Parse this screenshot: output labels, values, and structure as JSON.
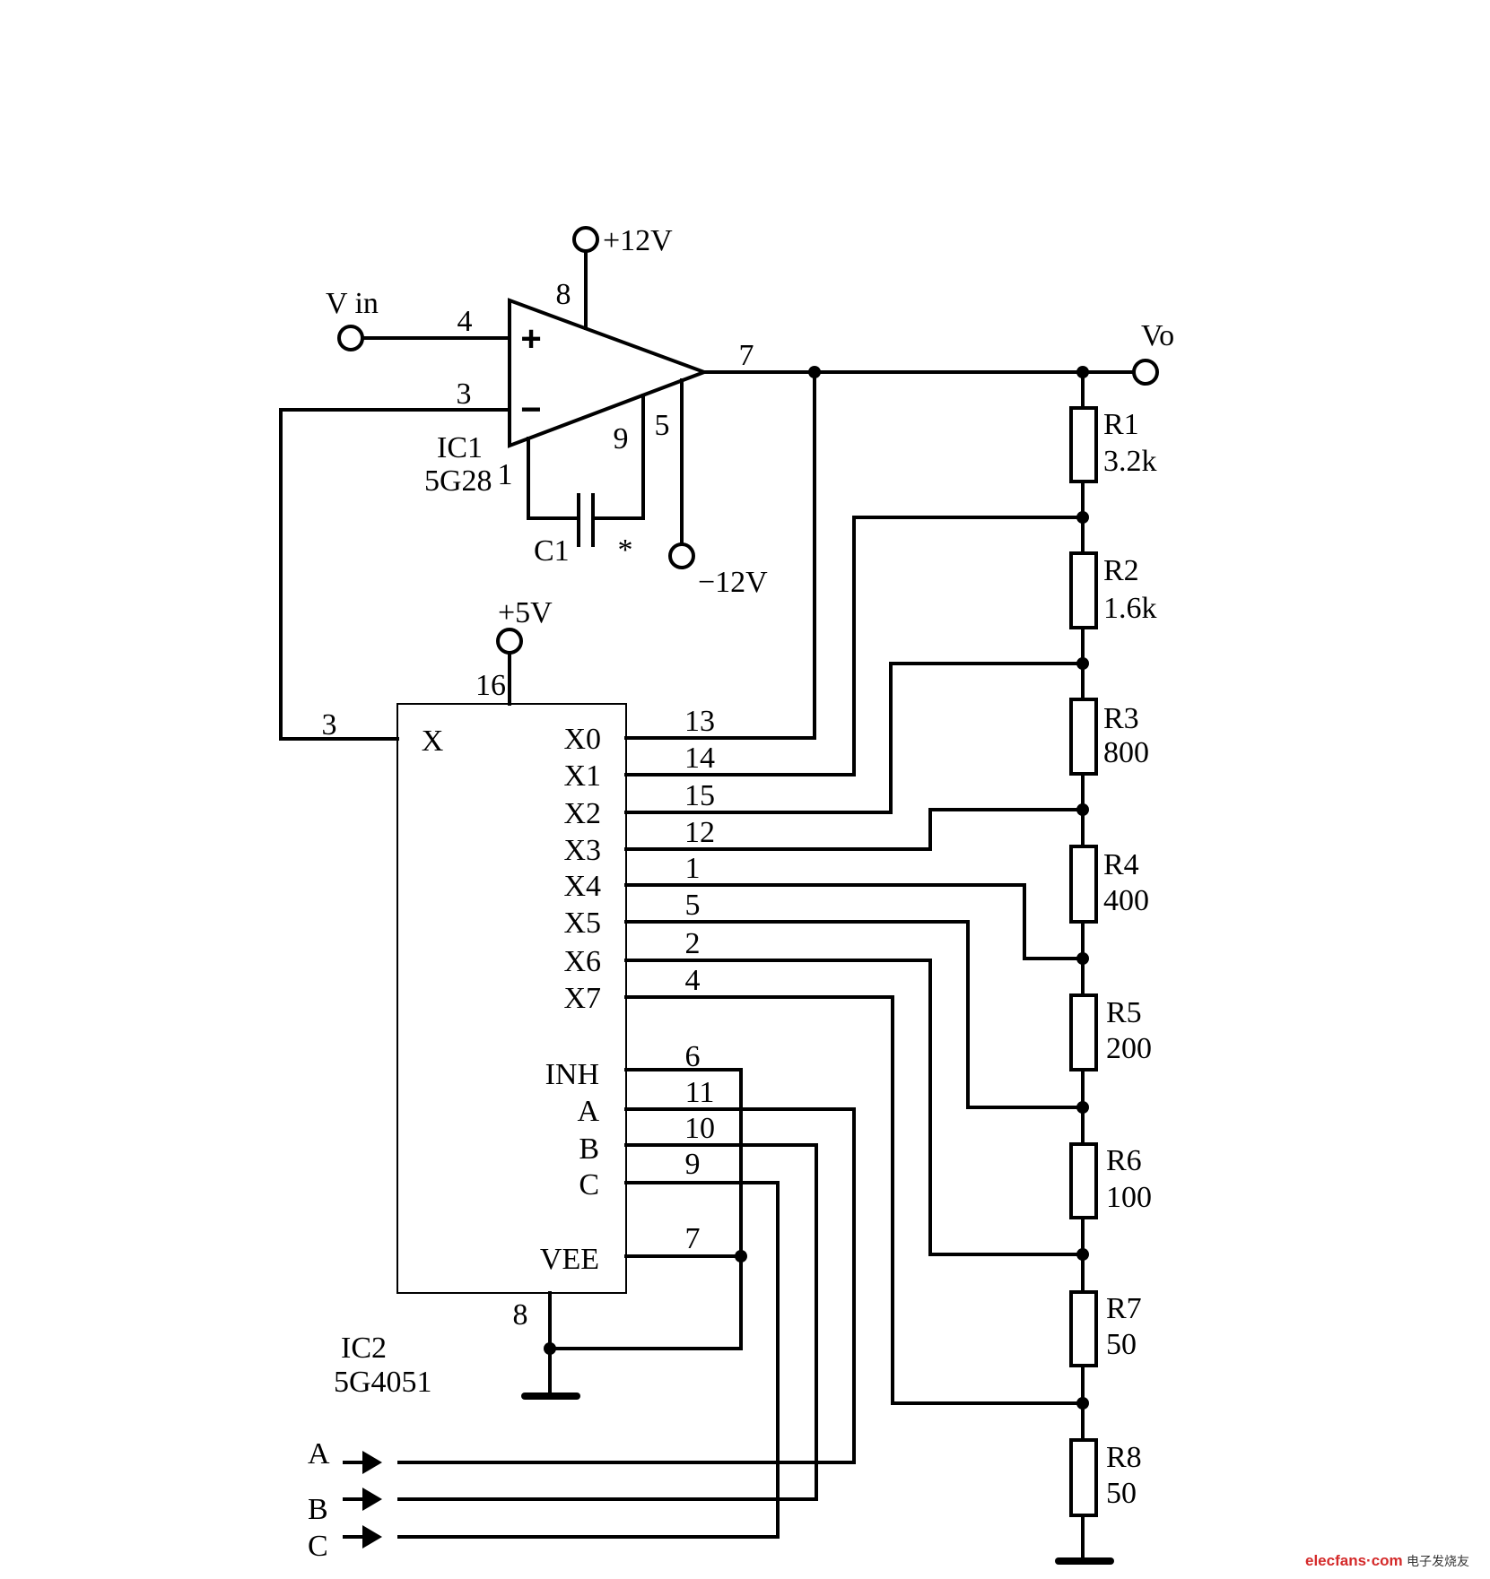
{
  "supplies": {
    "vpos": "+12V",
    "vneg": "−12V",
    "logic": "+5V"
  },
  "input_label": "V in",
  "output_label": "Vo",
  "opamp": {
    "ref": "IC1",
    "part": "5G28",
    "plus_sign": "+",
    "minus_sign": "−",
    "pins": {
      "noninv": "4",
      "inv": "3",
      "vpos": "8",
      "out": "7",
      "comp_a": "1",
      "comp_b": "9",
      "vneg": "5"
    }
  },
  "capacitor": {
    "ref": "C1",
    "mark": "*"
  },
  "mux": {
    "ref": "IC2",
    "part": "5G4051",
    "common_label": "X",
    "common_pin": "3",
    "vdd_pin": "16",
    "gnd_pin": "8",
    "channels": [
      {
        "label": "X0",
        "pin": "13"
      },
      {
        "label": "X1",
        "pin": "14"
      },
      {
        "label": "X2",
        "pin": "15"
      },
      {
        "label": "X3",
        "pin": "12"
      },
      {
        "label": "X4",
        "pin": "1"
      },
      {
        "label": "X5",
        "pin": "5"
      },
      {
        "label": "X6",
        "pin": "2"
      },
      {
        "label": "X7",
        "pin": "4"
      }
    ],
    "controls": [
      {
        "label": "INH",
        "pin": "6"
      },
      {
        "label": "A",
        "pin": "11"
      },
      {
        "label": "B",
        "pin": "10"
      },
      {
        "label": "C",
        "pin": "9"
      },
      {
        "label": "VEE",
        "pin": "7"
      }
    ]
  },
  "resistors": [
    {
      "ref": "R1",
      "value": "3.2k"
    },
    {
      "ref": "R2",
      "value": "1.6k"
    },
    {
      "ref": "R3",
      "value": "800"
    },
    {
      "ref": "R4",
      "value": "400"
    },
    {
      "ref": "R5",
      "value": "200"
    },
    {
      "ref": "R6",
      "value": "100"
    },
    {
      "ref": "R7",
      "value": "50"
    },
    {
      "ref": "R8",
      "value": "50"
    }
  ],
  "select_inputs": [
    "A",
    "B",
    "C"
  ],
  "watermark": {
    "brand": "elecfans·com",
    "cn": "电子发烧友",
    "brand_color": "#d42a2a"
  }
}
